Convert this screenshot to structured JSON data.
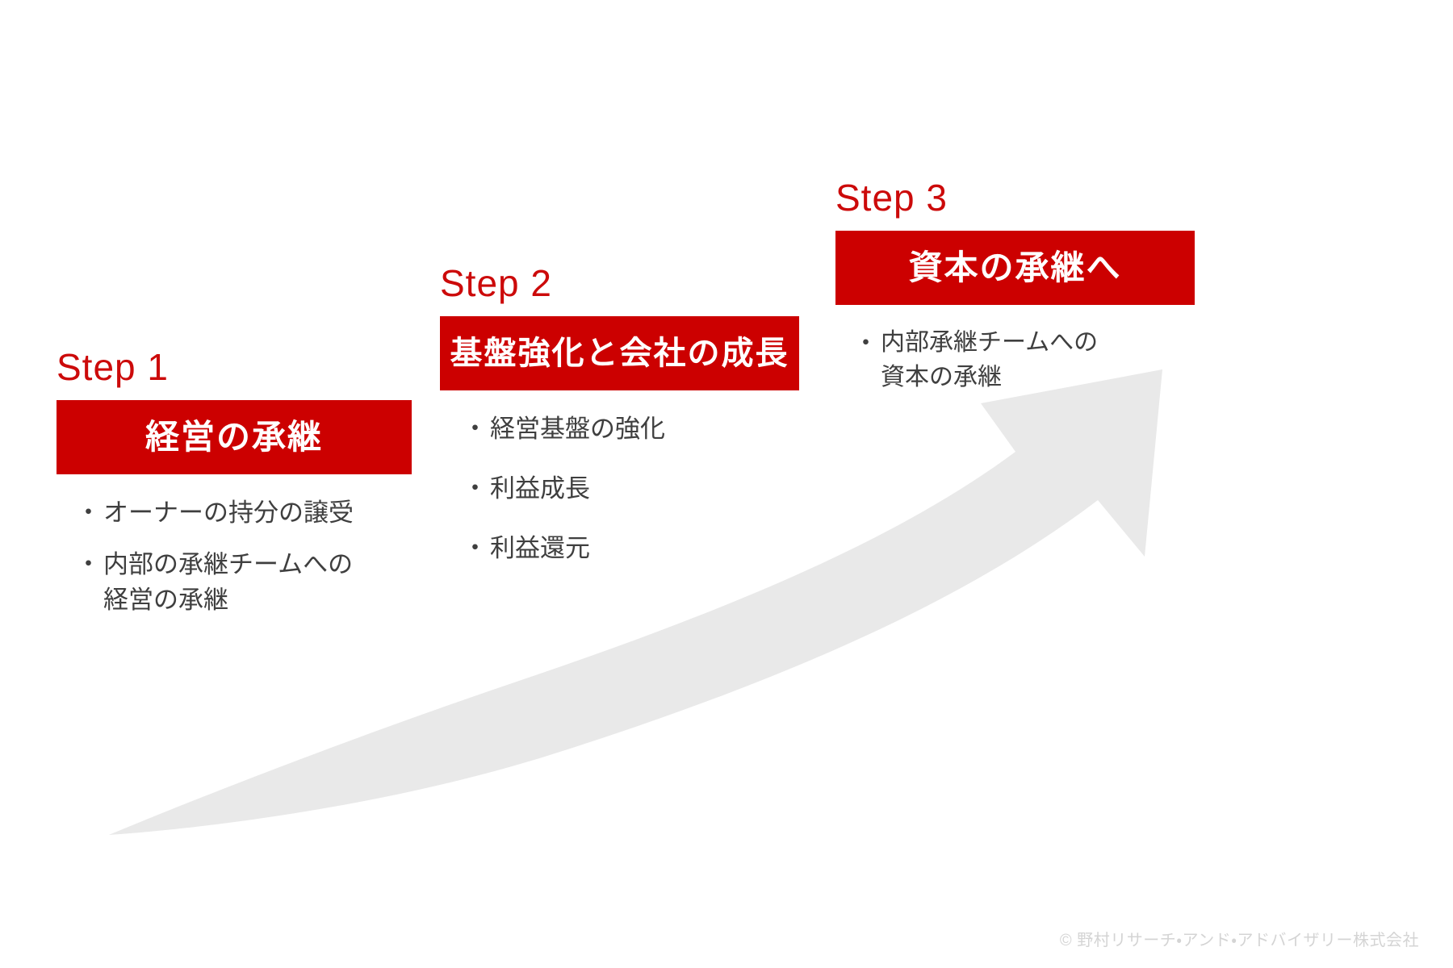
{
  "slide": {
    "title_hidden": "",
    "accent_color": "#cc0000",
    "step_label_color": "#cc0a0a",
    "body_text_color": "#3f3f3f",
    "arrow_color": "#e9e9e9",
    "background_color": "#ffffff"
  },
  "steps": [
    {
      "label": "Step 1",
      "heading": "経営の承継",
      "bullet_marker": "・",
      "bullets": [
        "オーナーの持分の譲受",
        "内部の承継チームへの\n経営の承継"
      ]
    },
    {
      "label": "Step 2",
      "heading": "基盤強化と会社の成長",
      "bullet_marker": "・",
      "bullets": [
        "経営基盤の強化",
        "利益成長",
        "利益還元"
      ]
    },
    {
      "label": "Step 3",
      "heading": "資本の承継へ",
      "bullet_marker": "・",
      "bullets": [
        "内部承継チームへの\n資本の承継"
      ]
    }
  ],
  "footer": {
    "copyright": "© 野村リサーチ・アンド・アドバイザリー株式会社"
  }
}
